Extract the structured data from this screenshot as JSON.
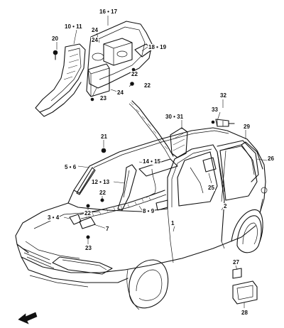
{
  "diagram": {
    "labels": [
      {
        "id": "l16",
        "text": "16 • 17"
      },
      {
        "id": "l10",
        "text": "10 • 11"
      },
      {
        "id": "l20",
        "text": "20"
      },
      {
        "id": "l24a",
        "text": "24"
      },
      {
        "id": "l24b",
        "text": "24"
      },
      {
        "id": "l24c",
        "text": "24"
      },
      {
        "id": "l18",
        "text": "18 • 19"
      },
      {
        "id": "l22a",
        "text": "22"
      },
      {
        "id": "l22b",
        "text": "22"
      },
      {
        "id": "l23a",
        "text": "23"
      },
      {
        "id": "l32",
        "text": "32"
      },
      {
        "id": "l33",
        "text": "33"
      },
      {
        "id": "l30",
        "text": "30 • 31"
      },
      {
        "id": "l29",
        "text": "29"
      },
      {
        "id": "l21",
        "text": "21"
      },
      {
        "id": "l5",
        "text": "5 • 6"
      },
      {
        "id": "l14",
        "text": "14 • 15"
      },
      {
        "id": "l26",
        "text": "26"
      },
      {
        "id": "l12",
        "text": "12 • 13"
      },
      {
        "id": "l25",
        "text": "25"
      },
      {
        "id": "l22c",
        "text": "22"
      },
      {
        "id": "l22d",
        "text": "22"
      },
      {
        "id": "l1",
        "text": "1"
      },
      {
        "id": "l2",
        "text": "2"
      },
      {
        "id": "l8",
        "text": "8 • 9"
      },
      {
        "id": "l3",
        "text": "3 • 4"
      },
      {
        "id": "l7",
        "text": "7"
      },
      {
        "id": "l23b",
        "text": "23"
      },
      {
        "id": "l27",
        "text": "27"
      },
      {
        "id": "l28",
        "text": "28"
      }
    ]
  }
}
